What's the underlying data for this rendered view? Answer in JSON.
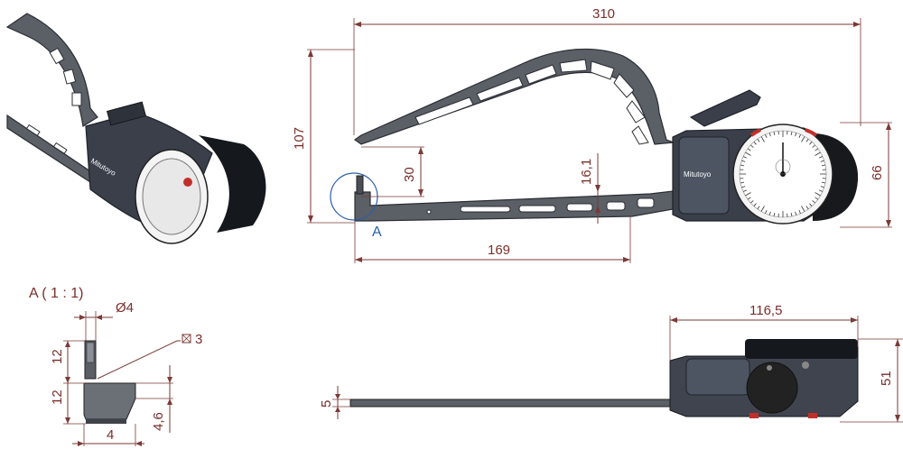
{
  "dimensions": {
    "overall_length": "310",
    "height_107": "107",
    "depth_30": "30",
    "gap_16": "16,1",
    "length_169": "169",
    "dial_66": "66",
    "width_116": "116,5",
    "height_51": "51",
    "thickness_5": "5",
    "detail_12a": "12",
    "detail_12b": "12",
    "detail_46": "4,6",
    "detail_4": "4",
    "diameter_4": "Ø4",
    "square_3": "3"
  },
  "labels": {
    "detail_marker": "A",
    "detail_title": "A ( 1 : 1)",
    "brand": "Mitutoyo"
  },
  "colors": {
    "dimension": "#7a3a36",
    "detail_circle": "#2a5fa8",
    "body": "#3a3f4a",
    "frame": "#5b5f66"
  }
}
